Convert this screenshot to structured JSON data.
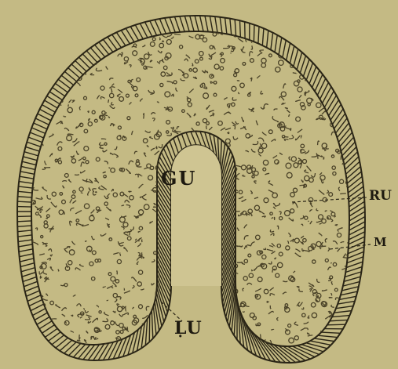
{
  "labels": {
    "gu": "GU",
    "ru": "RU",
    "m": "M",
    "lu": "ḶU"
  },
  "colors": {
    "paper": "#c9bf8a",
    "paper_shade": "#bfb47c",
    "ink": "#2a2516",
    "stipple": "#4a4228"
  }
}
